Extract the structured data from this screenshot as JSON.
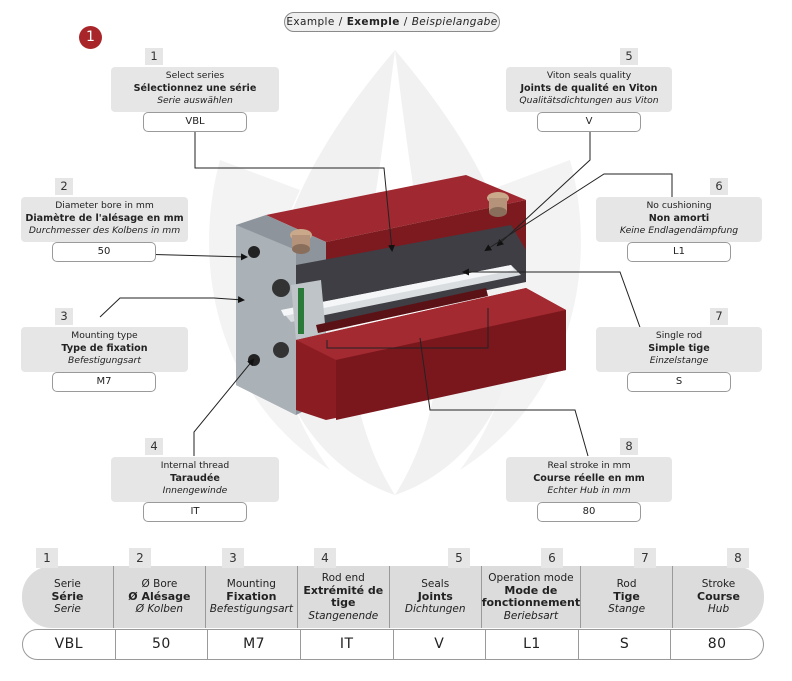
{
  "header": {
    "en": "Example",
    "fr": "Exemple",
    "de": "Beispielangabe",
    "slash": "/"
  },
  "step_badge": "1",
  "options": [
    {
      "num": "1",
      "en": "Select series",
      "fr": "Sélectionnez une série",
      "de": "Serie auswählen",
      "value": "VBL"
    },
    {
      "num": "2",
      "en": "Diameter bore in mm",
      "fr": "Diamètre de l'alésage en mm",
      "de": "Durchmesser des Kolbens in mm",
      "value": "50"
    },
    {
      "num": "3",
      "en": "Mounting type",
      "fr": "Type de fixation",
      "de": "Befestigungsart",
      "value": "M7"
    },
    {
      "num": "4",
      "en": "Internal thread",
      "fr": "Taraudée",
      "de": "Innengewinde",
      "value": "IT"
    },
    {
      "num": "5",
      "en": "Viton seals quality",
      "fr": "Joints de qualité en Viton",
      "de": "Qualitätsdichtungen aus Viton",
      "value": "V"
    },
    {
      "num": "6",
      "en": "No cushioning",
      "fr": "Non amorti",
      "de": "Keine Endlagendämpfung",
      "value": "L1"
    },
    {
      "num": "7",
      "en": "Single rod",
      "fr": "Simple tige",
      "de": "Einzelstange",
      "value": "S"
    },
    {
      "num": "8",
      "en": "Real stroke in mm",
      "fr": "Course réelle en mm",
      "de": "Echter Hub in mm",
      "value": "80"
    }
  ],
  "order_table": {
    "columns": [
      {
        "num": "1",
        "en": "Serie",
        "fr": "Série",
        "de": "Serie",
        "value": "VBL"
      },
      {
        "num": "2",
        "en": "Ø Bore",
        "fr": "Ø Alésage",
        "de": "Ø Kolben",
        "value": "50"
      },
      {
        "num": "3",
        "en": "Mounting",
        "fr": "Fixation",
        "de": "Befestigungsart",
        "value": "M7"
      },
      {
        "num": "4",
        "en": "Rod end",
        "fr": "Extrémité de tige",
        "de": "Stangenende",
        "value": "IT"
      },
      {
        "num": "5",
        "en": "Seals",
        "fr": "Joints",
        "de": "Dichtungen",
        "value": "V"
      },
      {
        "num": "6",
        "en": "Operation mode",
        "fr": "Mode de fonctionnement",
        "de": "Beriebsart",
        "value": "L1"
      },
      {
        "num": "7",
        "en": "Rod",
        "fr": "Tige",
        "de": "Stange",
        "value": "S"
      },
      {
        "num": "8",
        "en": "Stroke",
        "fr": "Course",
        "de": "Hub",
        "value": "80"
      }
    ]
  },
  "colors": {
    "accent": "#a8262a",
    "cylinder_body": "#8b1c22",
    "panel_gray": "#e6e6e6"
  }
}
